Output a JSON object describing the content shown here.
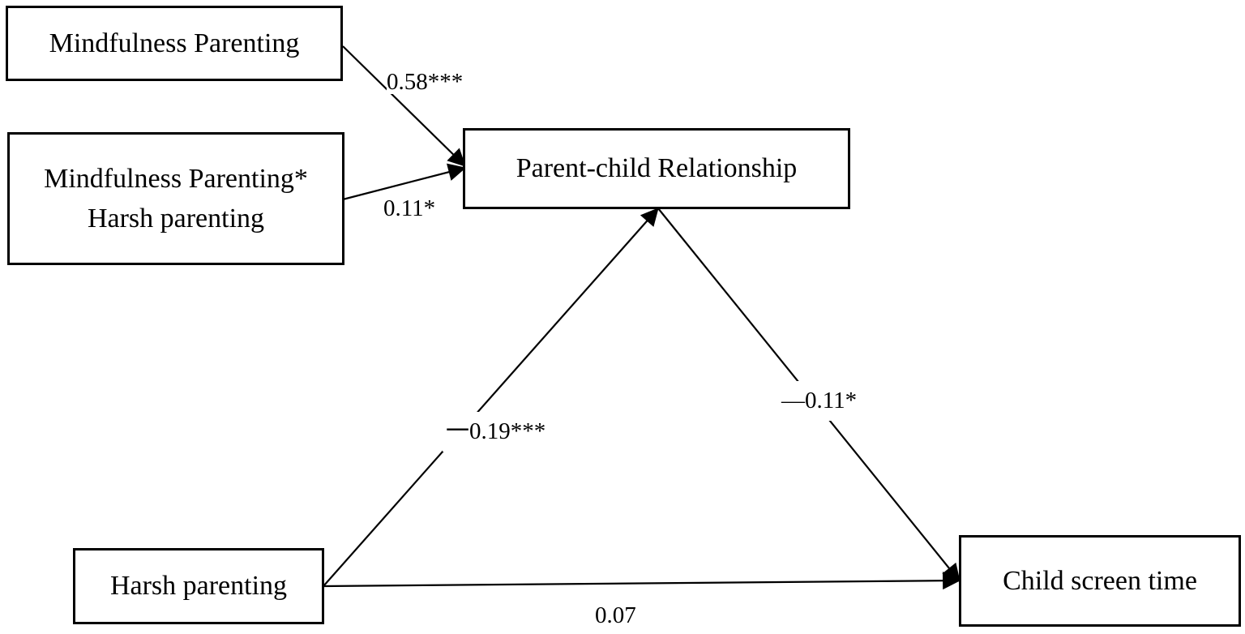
{
  "nodes": {
    "mindful": {
      "text": "Mindfulness Parenting"
    },
    "interaction": {
      "line1": "Mindfulness Parenting*",
      "line2": "Harsh parenting"
    },
    "relationship": {
      "text": "Parent-child Relationship"
    },
    "harsh": {
      "text": "Harsh parenting"
    },
    "screen": {
      "text": "Child screen time"
    }
  },
  "paths": {
    "mindful_to_relationship": "0.58***",
    "interaction_to_relationship": "0.11*",
    "harsh_to_relationship": "一0.19***",
    "relationship_to_screen": "—0.11*",
    "harsh_to_screen": "0.07"
  }
}
